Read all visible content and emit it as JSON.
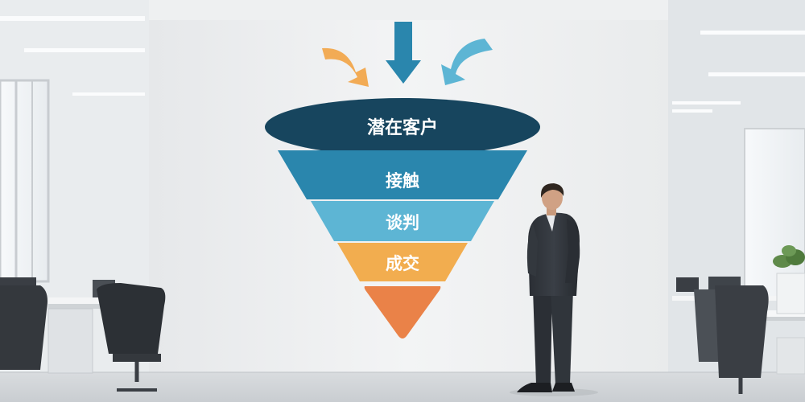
{
  "funnel": {
    "stages": [
      {
        "label": "潜在客户",
        "color": "#17455e"
      },
      {
        "label": "接触",
        "color": "#2a86ad"
      },
      {
        "label": "谈判",
        "color": "#5db5d4"
      },
      {
        "label": "成交",
        "color": "#f2ad4f"
      },
      {
        "label": "",
        "color": "#ea8248"
      }
    ],
    "arrow_colors": {
      "left": "#f2ab55",
      "center": "#2a86ad",
      "right": "#5db5d4"
    }
  }
}
